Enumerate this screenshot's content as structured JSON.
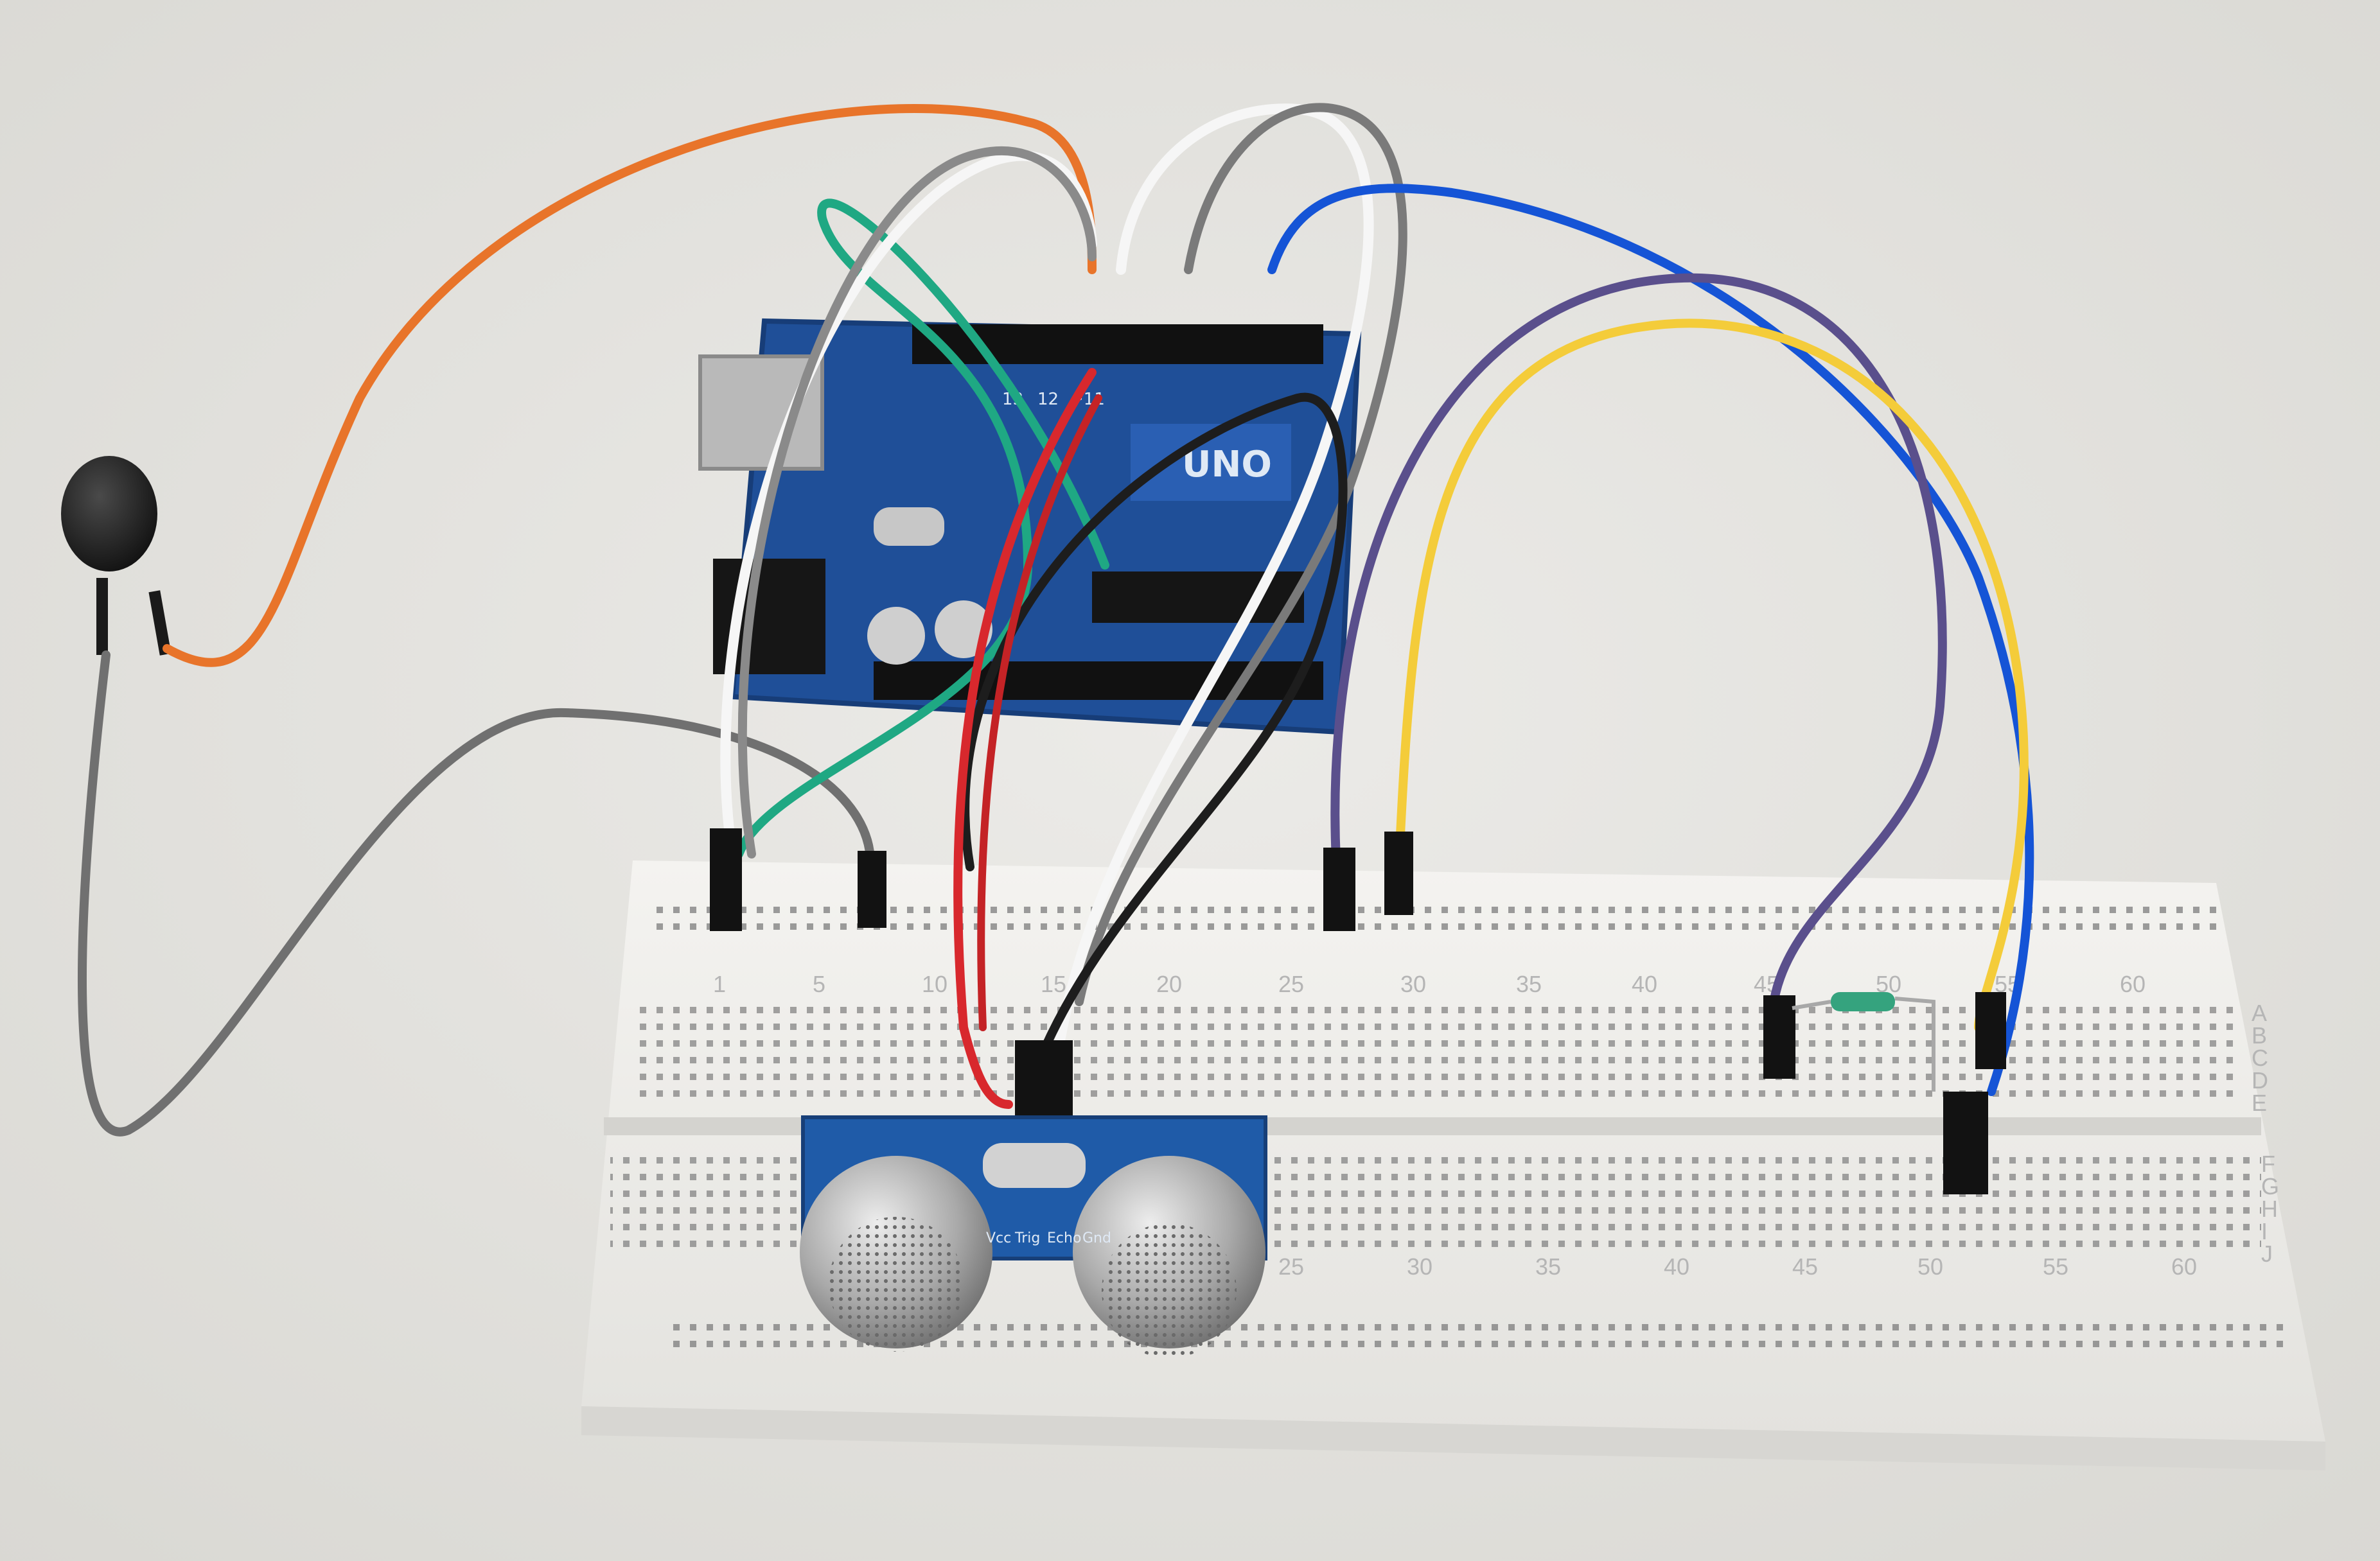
{
  "board": {
    "logo": "UNO",
    "pin_labels": [
      "13",
      "12",
      "~11"
    ]
  },
  "breadboard": {
    "column_numbers": [
      "1",
      "5",
      "10",
      "15",
      "20",
      "25",
      "30",
      "35",
      "40",
      "45",
      "50",
      "55",
      "60"
    ],
    "row_letters_top": [
      "A",
      "B",
      "C",
      "D",
      "E"
    ],
    "row_letters_bottom": [
      "F",
      "G",
      "H",
      "I",
      "J"
    ]
  },
  "sensor": {
    "pin_labels": [
      "Vcc",
      "Trig",
      "Echo",
      "Gnd"
    ]
  },
  "colors": {
    "background": "#e4e3df",
    "board_blue": "#1f4f98",
    "breadboard": "#f0efec",
    "wire_orange": "#e8742a",
    "wire_green": "#1fa883",
    "wire_blue": "#1554d6",
    "wire_yellow": "#f4cc3a",
    "wire_purple": "#5a4f8c",
    "wire_red": "#d8282d",
    "wire_gray": "#707070",
    "wire_white": "#f6f6f6",
    "wire_black": "#1d1d1d"
  }
}
